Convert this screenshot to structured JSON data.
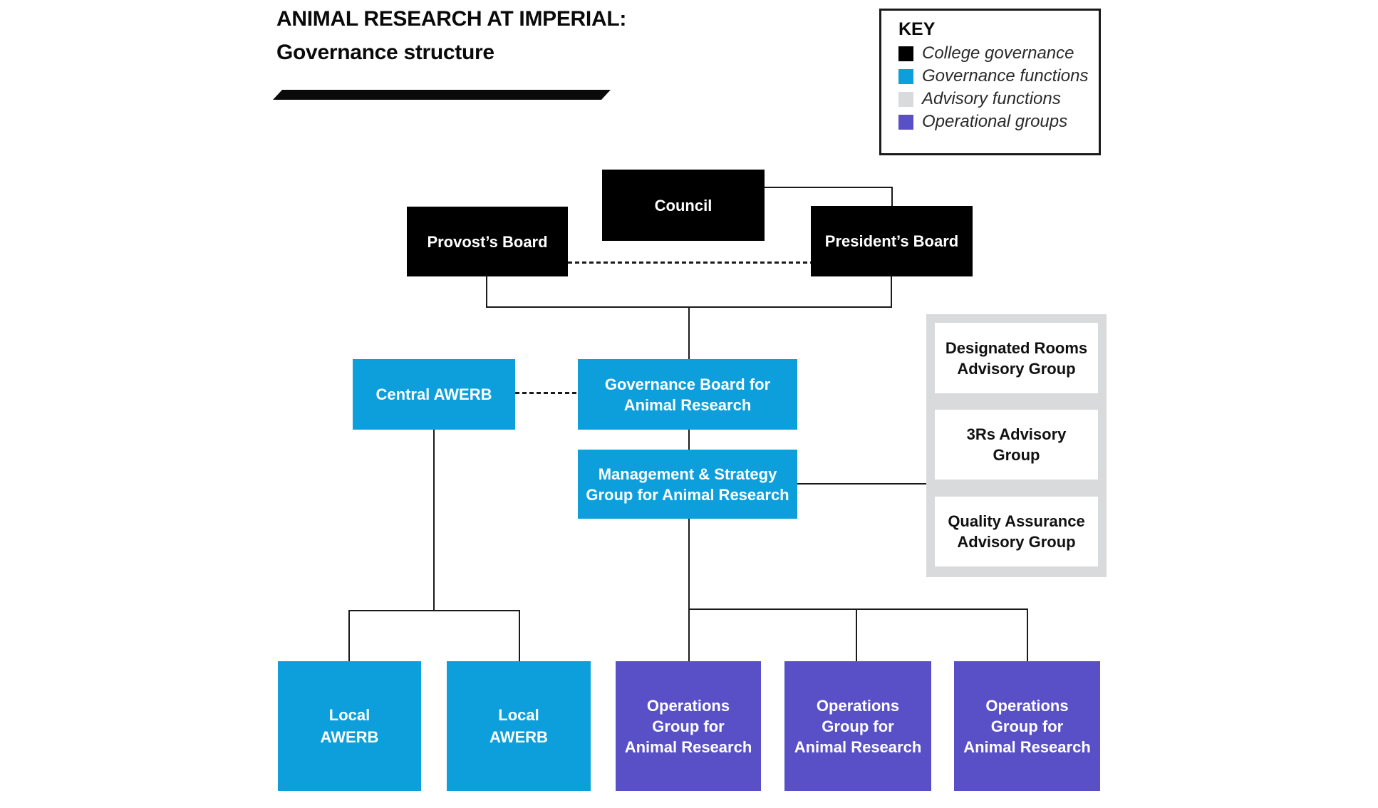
{
  "title": {
    "line1": "ANIMAL RESEARCH AT IMPERIAL:",
    "line2": "Governance structure"
  },
  "key": {
    "heading": "KEY",
    "items": [
      {
        "label": "College governance",
        "color": "#000000"
      },
      {
        "label": "Governance functions",
        "color": "#0d9fdb"
      },
      {
        "label": "Advisory functions",
        "color": "#d8dadc"
      },
      {
        "label": "Operational groups",
        "color": "#5950c8"
      }
    ]
  },
  "nodes": {
    "council": {
      "label": "Council",
      "type": "College governance"
    },
    "provosts_board": {
      "label": "Provost’s Board",
      "type": "College governance"
    },
    "presidents_board": {
      "label": "President’s Board",
      "type": "College governance"
    },
    "central_awerb": {
      "label": "Central AWERB",
      "type": "Governance functions"
    },
    "governance_board": {
      "label": "Governance Board for\nAnimal Research",
      "type": "Governance functions"
    },
    "management_strategy": {
      "label": "Management & Strategy\nGroup for Animal Research",
      "type": "Governance functions"
    },
    "local_awerb_1": {
      "label": "Local\nAWERB",
      "type": "Governance functions"
    },
    "local_awerb_2": {
      "label": "Local\nAWERB",
      "type": "Governance functions"
    },
    "operations_group_1": {
      "label": "Operations\nGroup for\nAnimal Research",
      "type": "Operational groups"
    },
    "operations_group_2": {
      "label": "Operations\nGroup for\nAnimal Research",
      "type": "Operational groups"
    },
    "operations_group_3": {
      "label": "Operations\nGroup for\nAnimal Research",
      "type": "Operational groups"
    },
    "advisory_groups": [
      {
        "label": "Designated Rooms\nAdvisory Group",
        "type": "Advisory functions"
      },
      {
        "label": "3Rs Advisory\nGroup",
        "type": "Advisory functions"
      },
      {
        "label": "Quality Assurance\nAdvisory Group",
        "type": "Advisory functions"
      }
    ]
  },
  "colors": {
    "college_governance": "#000000",
    "governance_functions": "#0d9fdb",
    "advisory_functions": "#d8dadc",
    "operational_groups": "#5950c8",
    "connector": "#1a1a1a",
    "background": "#ffffff",
    "box_text": "#ffffff",
    "advisory_text": "#111111"
  }
}
